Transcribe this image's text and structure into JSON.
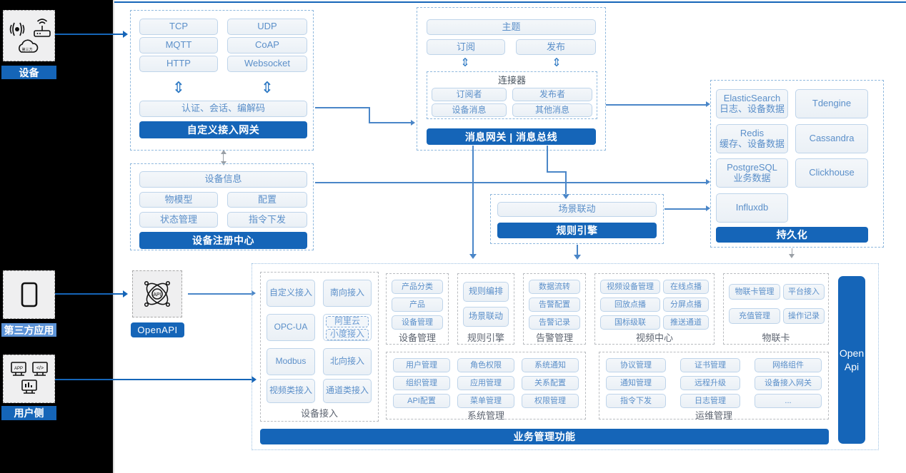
{
  "rail": {
    "groups": [
      {
        "label": "设备",
        "icons": [
          "antenna-signal-icon",
          "router-icon",
          "cloud-icon"
        ]
      },
      {
        "label": "第三方应用",
        "icons": [
          "mobile-phone-icon"
        ]
      },
      {
        "label": "用户侧",
        "icons": [
          "app-monitor-icon",
          "code-monitor-icon",
          "chart-monitor-icon"
        ]
      }
    ]
  },
  "gateway": {
    "protocols": [
      "TCP",
      "UDP",
      "MQTT",
      "CoAP",
      "HTTP",
      "Websocket"
    ],
    "middle": "认证、会话、编解码",
    "bar": "自定义接入网关"
  },
  "message": {
    "topic": "主题",
    "sub": "订阅",
    "pub": "发布",
    "connector_title": "连接器",
    "connector_items": [
      "订阅者",
      "发布者",
      "设备消息",
      "其他消息"
    ],
    "bar": "消息网关 | 消息总线"
  },
  "registry": {
    "head": "设备信息",
    "items": [
      "物模型",
      "配置",
      "状态管理",
      "指令下发"
    ],
    "bar": "设备注册中心"
  },
  "rules": {
    "head": "场景联动",
    "bar": "规则引擎"
  },
  "storage": {
    "items": [
      {
        "name": "ElasticSearch",
        "desc": "日志、设备数据"
      },
      {
        "name": "Tdengine",
        "desc": ""
      },
      {
        "name": "Redis",
        "desc": "缓存、设备数据"
      },
      {
        "name": "Cassandra",
        "desc": ""
      },
      {
        "name": "PostgreSQL",
        "desc": "业务数据"
      },
      {
        "name": "Clickhouse",
        "desc": ""
      },
      {
        "name": "Influxdb",
        "desc": ""
      }
    ],
    "bar": "持久化"
  },
  "openapi": {
    "label": "OpenAPI",
    "icon": "api-network-icon",
    "side_bar": "Open\nApi",
    "side_bar_line1": "Open",
    "side_bar_line2": "Api"
  },
  "business": {
    "bar": "业务管理功能",
    "device_access": {
      "title": "设备接入",
      "col1": [
        "自定义接入",
        "OPC-UA",
        "Modbus",
        "视频类接入"
      ],
      "col2": [
        "南向接入",
        "北向接入",
        "通道类接入"
      ],
      "nested": [
        "阿里云",
        "小度接入"
      ]
    },
    "groups": [
      {
        "title": "设备管理",
        "items": [
          "产品分类",
          "产品",
          "设备管理"
        ]
      },
      {
        "title": "规则引擎",
        "items": [
          "规则编排",
          "场景联动"
        ]
      },
      {
        "title": "告警管理",
        "items": [
          "数据流转",
          "告警配置",
          "告警记录"
        ]
      },
      {
        "title": "视频中心",
        "items": [
          "视频设备管理",
          "在线点播",
          "回放点播",
          "分屏点播",
          "国标级联",
          "推送通道"
        ]
      },
      {
        "title": "物联卡",
        "items": [
          "物联卡管理",
          "平台接入",
          "充值管理",
          "操作记录"
        ]
      },
      {
        "title": "系统管理",
        "items": [
          "用户管理",
          "角色权限",
          "系统通知",
          "组织管理",
          "应用管理",
          "关系配置",
          "API配置",
          "菜单管理",
          "权限管理"
        ]
      },
      {
        "title": "运维管理",
        "items": [
          "协议管理",
          "证书管理",
          "网络组件",
          "通知管理",
          "远程升级",
          "设备接入网关",
          "指令下发",
          "日志管理",
          "..."
        ]
      }
    ]
  },
  "colors": {
    "brand_blue": "#1565b8",
    "light_blue": "#5b92d6",
    "cell_text": "#5b8fc9",
    "cell_border": "#bed4ea",
    "dashed_border": "#8fb8dd"
  }
}
